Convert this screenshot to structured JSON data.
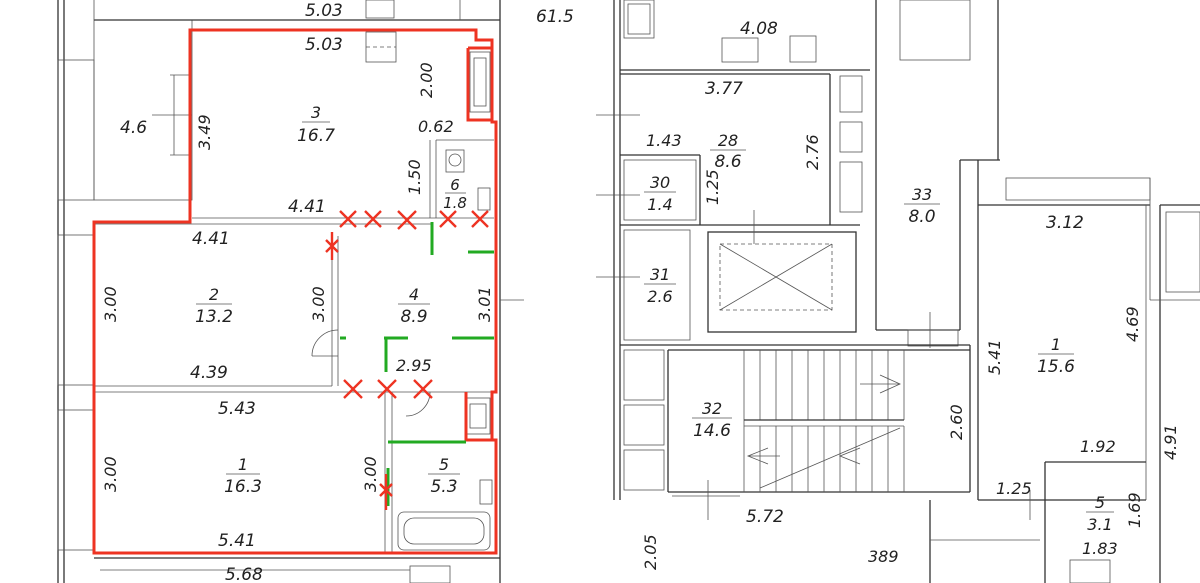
{
  "colors": {
    "highlight_outline": "#e32222",
    "removed_wall_marks": "#e32222",
    "new_walls": "#22aa22",
    "lines": "#333333",
    "background": "#ffffff"
  },
  "left_plan": {
    "top_dimension": "5.03",
    "bottom_dimension": "5.68",
    "balcony_area": "4.6",
    "balcony_dim": "3.49",
    "rooms": [
      {
        "number": "3",
        "area": "16.7"
      },
      {
        "number": "6",
        "area": "1.8"
      },
      {
        "number": "2",
        "area": "13.2"
      },
      {
        "number": "4",
        "area": "8.9"
      },
      {
        "number": "1",
        "area": "16.3"
      },
      {
        "number": "5",
        "area": "5.3"
      }
    ],
    "dimensions": [
      "5.03",
      "2.00",
      "0.62",
      "1.50",
      "4.41",
      "4.41",
      "3.00",
      "3.00",
      "3.01",
      "4.39",
      "2.95",
      "5.43",
      "3.00",
      "3.00",
      "5.41"
    ]
  },
  "right_plan": {
    "top_area": "61.5",
    "rooms": [
      {
        "number": "28",
        "area": "8.6"
      },
      {
        "number": "30",
        "area": "1.4"
      },
      {
        "number": "31",
        "area": "2.6"
      },
      {
        "number": "33",
        "area": "8.0"
      },
      {
        "number": "32",
        "area": "14.6"
      },
      {
        "number": "1",
        "area": "15.6"
      },
      {
        "number": "5",
        "area": "3.1"
      }
    ],
    "dimensions": [
      "4.08",
      "3.77",
      "1.43",
      "2.76",
      "1.25",
      "3.12",
      "5.41",
      "4.69",
      "2.60",
      "5.72",
      "1.92",
      "1.25",
      "4.91",
      "1.69",
      "1.83",
      "2.05",
      "389"
    ]
  }
}
